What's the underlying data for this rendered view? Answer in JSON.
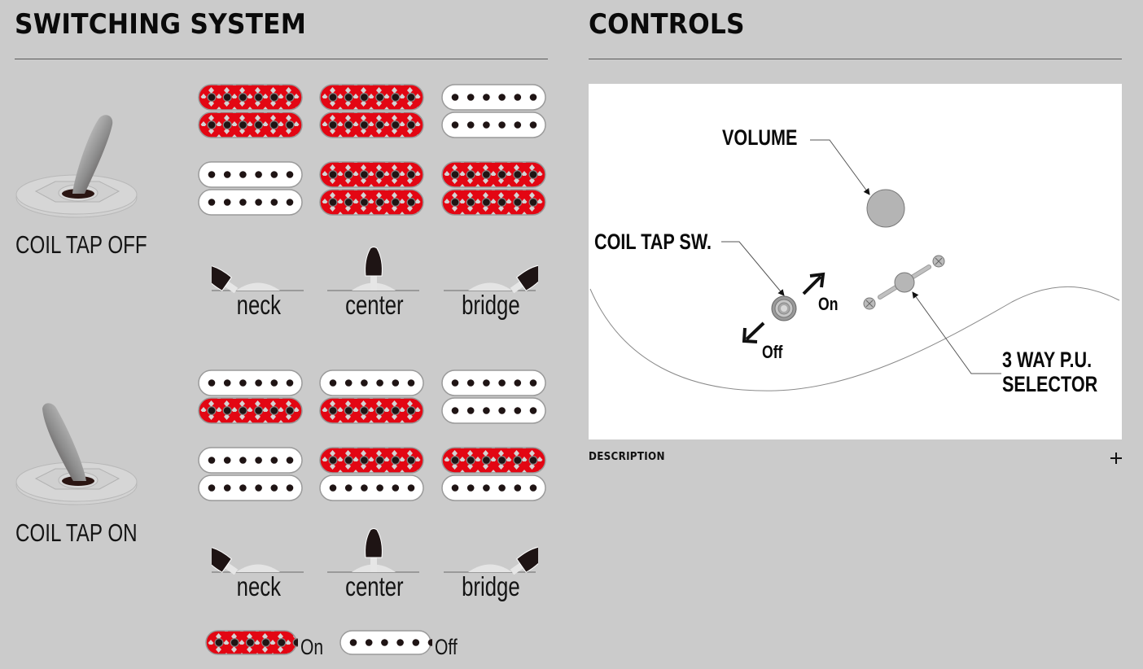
{
  "switching_system": {
    "title": "SWITCHING SYSTEM",
    "colors": {
      "pickup_on": "#e30613",
      "pickup_on_pattern": "#d4d4d4",
      "pickup_off": "#ffffff",
      "pole": "#1f1414"
    },
    "sections": [
      {
        "label": "COIL TAP OFF",
        "toggle_state": "off",
        "pickup_rows": [
          {
            "pickup": "neck",
            "positions": [
              {
                "position": "neck",
                "bobbins": [
                  "on",
                  "on"
                ]
              },
              {
                "position": "center",
                "bobbins": [
                  "on",
                  "on"
                ]
              },
              {
                "position": "bridge",
                "bobbins": [
                  "off",
                  "off"
                ]
              }
            ]
          },
          {
            "pickup": "bridge",
            "positions": [
              {
                "position": "neck",
                "bobbins": [
                  "off",
                  "off"
                ]
              },
              {
                "position": "center",
                "bobbins": [
                  "on",
                  "on"
                ]
              },
              {
                "position": "bridge",
                "bobbins": [
                  "on",
                  "on"
                ]
              }
            ]
          }
        ],
        "selector_positions": [
          "neck",
          "center",
          "bridge"
        ]
      },
      {
        "label": "COIL TAP ON",
        "toggle_state": "on",
        "pickup_rows": [
          {
            "pickup": "neck",
            "positions": [
              {
                "position": "neck",
                "bobbins": [
                  "off",
                  "on"
                ]
              },
              {
                "position": "center",
                "bobbins": [
                  "off",
                  "on"
                ]
              },
              {
                "position": "bridge",
                "bobbins": [
                  "off",
                  "off"
                ]
              }
            ]
          },
          {
            "pickup": "bridge",
            "positions": [
              {
                "position": "neck",
                "bobbins": [
                  "off",
                  "off"
                ]
              },
              {
                "position": "center",
                "bobbins": [
                  "on",
                  "off"
                ]
              },
              {
                "position": "bridge",
                "bobbins": [
                  "on",
                  "off"
                ]
              }
            ]
          }
        ],
        "selector_positions": [
          "neck",
          "center",
          "bridge"
        ]
      }
    ],
    "legend": [
      {
        "state": "on",
        "label": "On"
      },
      {
        "state": "off",
        "label": "Off"
      }
    ]
  },
  "controls": {
    "title": "CONTROLS",
    "diagram": {
      "labels": {
        "volume": "VOLUME",
        "coil_tap_sw": "COIL TAP SW.",
        "on": "On",
        "off": "Off",
        "selector_line1": "3 WAY P.U.",
        "selector_line2": "SELECTOR"
      }
    },
    "description": {
      "label": "DESCRIPTION",
      "expand_icon": "plus-icon"
    }
  }
}
